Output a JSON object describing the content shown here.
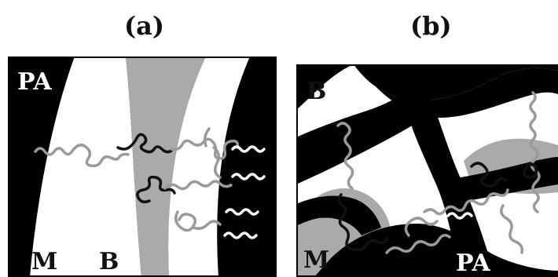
{
  "captions": {
    "a": "(a)",
    "b": "(b)"
  },
  "panel_a": {
    "labels": {
      "pa": "PA",
      "m": "M",
      "b": "B"
    }
  },
  "panel_b": {
    "labels": {
      "b": "B",
      "m": "M",
      "pa": "PA"
    }
  },
  "colors": {
    "black": "#000000",
    "white": "#ffffff",
    "gray": "#aaaaaa",
    "chain_black": "#111111",
    "chain_gray": "#9a9a9a"
  }
}
